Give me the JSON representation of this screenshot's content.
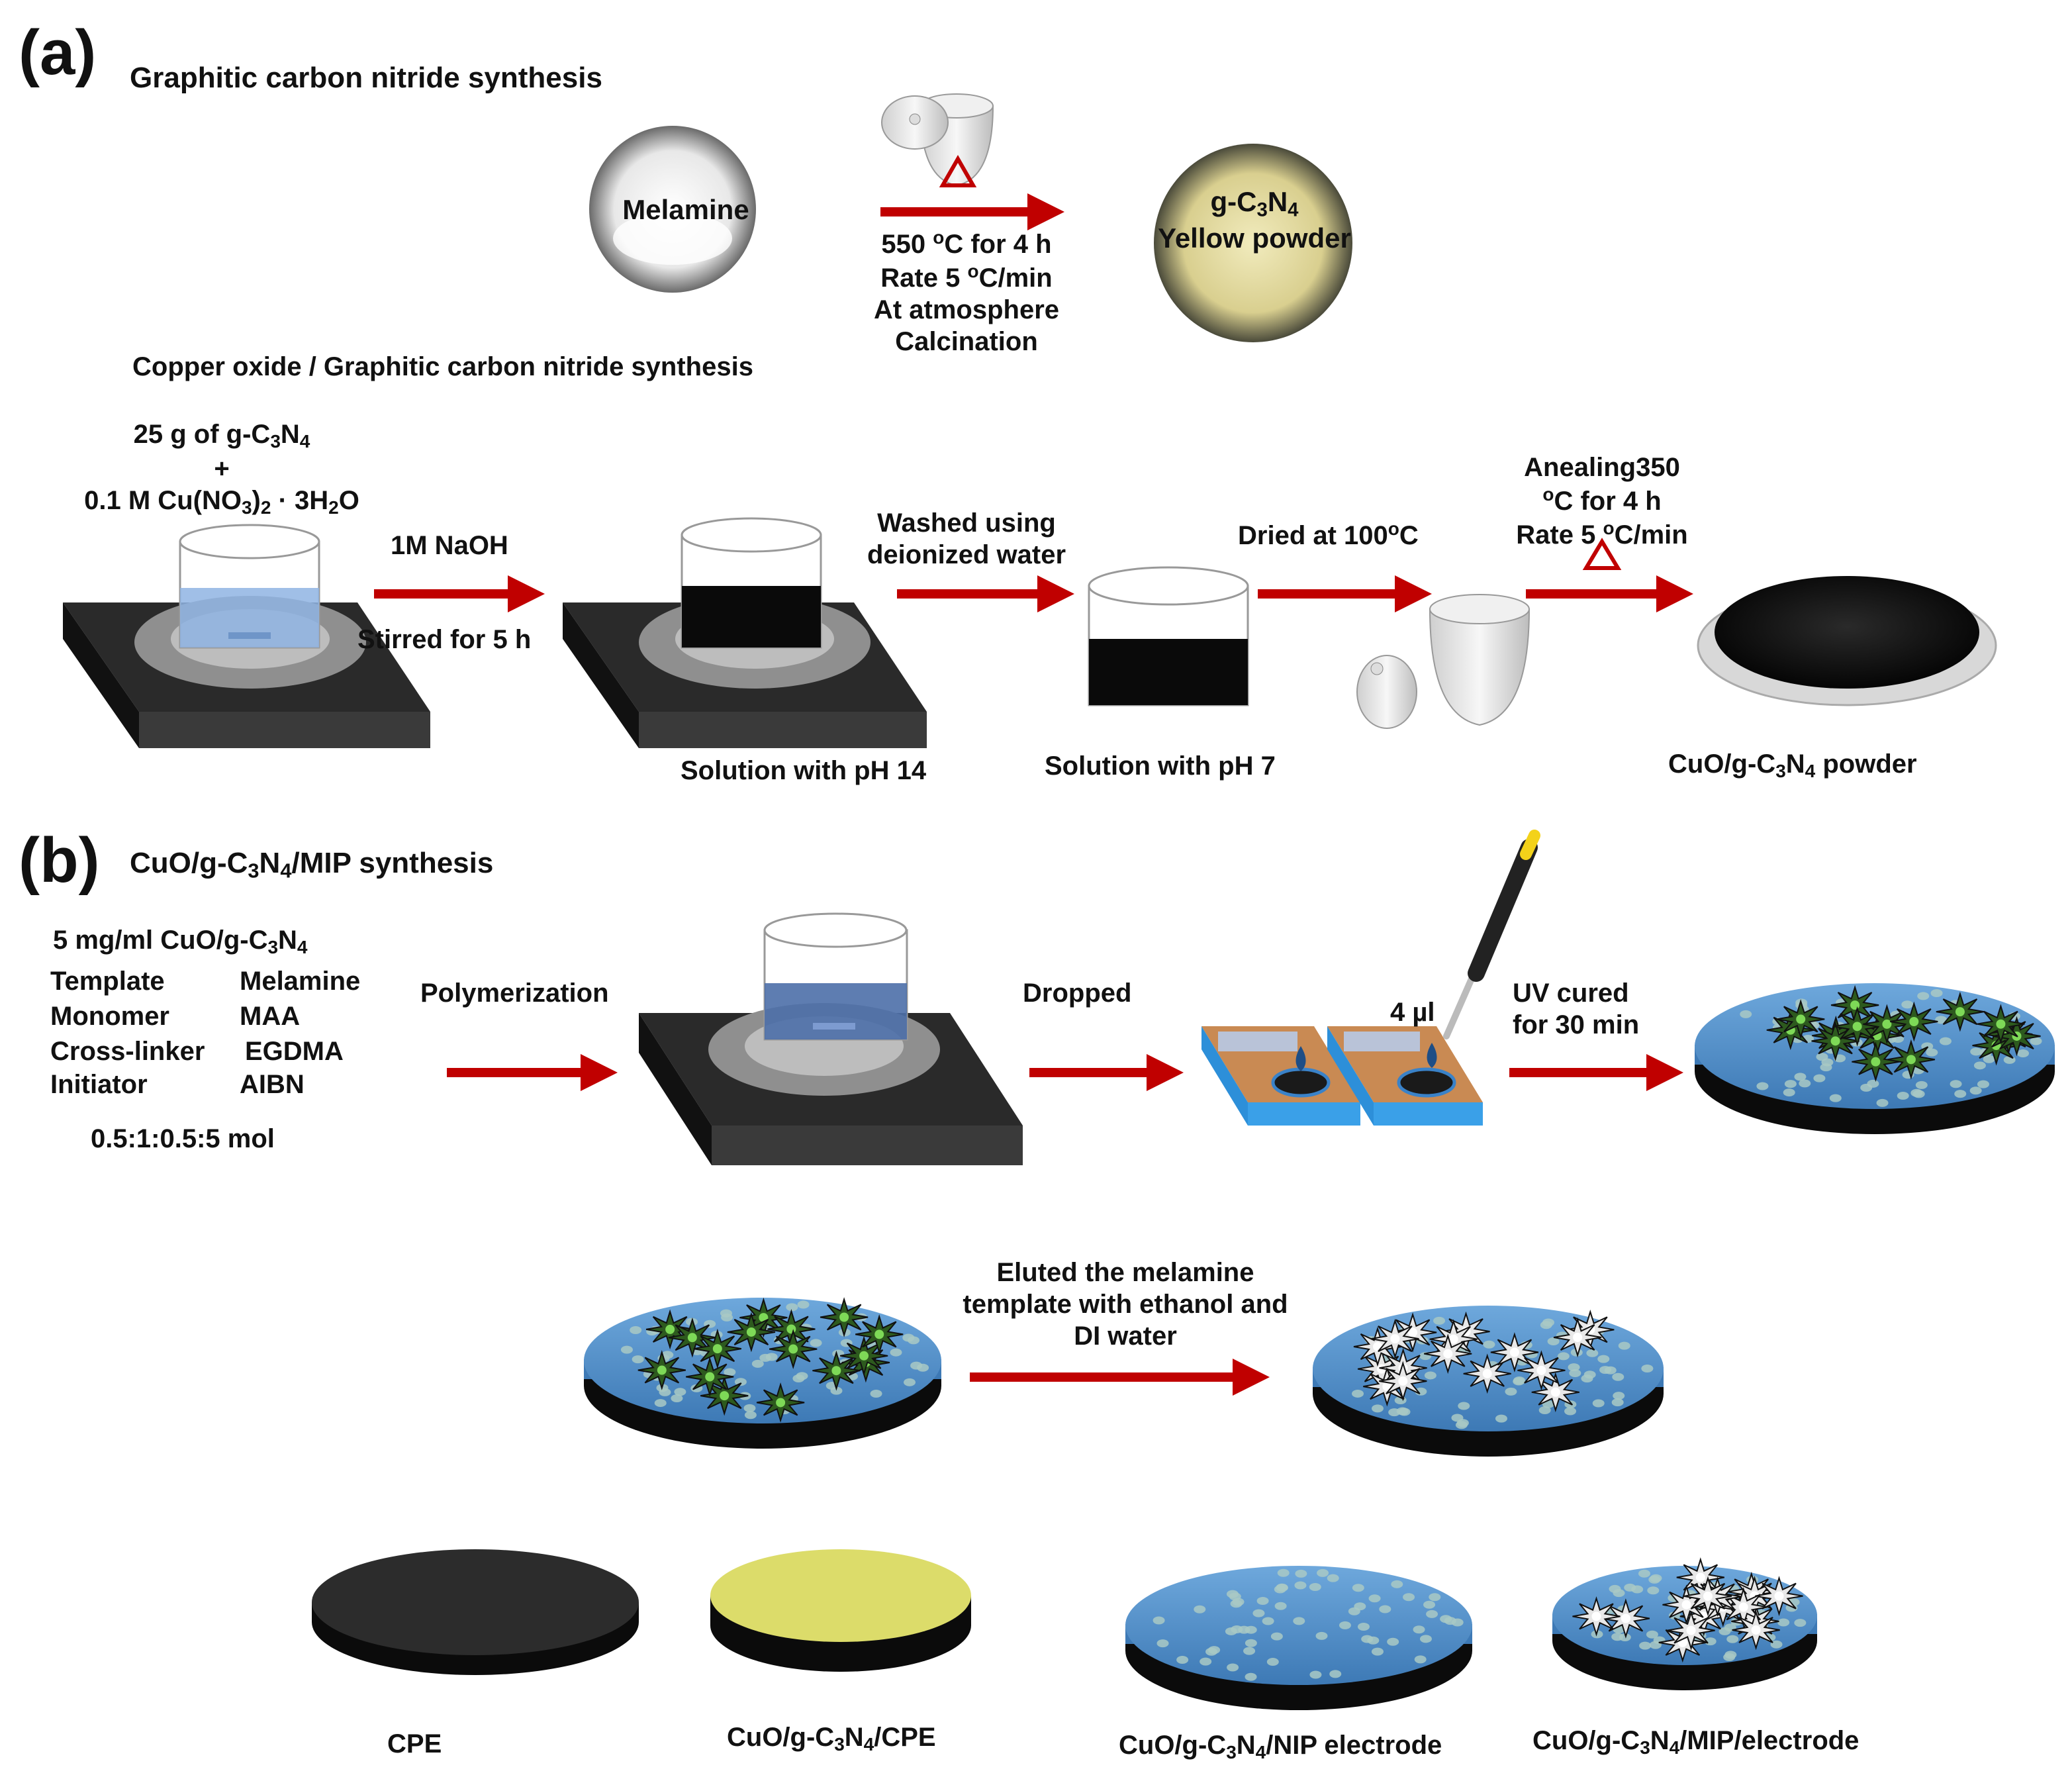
{
  "panel_a": {
    "label": "(a)",
    "title1": "Graphitic carbon nitride synthesis",
    "melamine": "Melamine",
    "calc_steps": {
      "l1a": "550 ",
      "l1sup": "o",
      "l1b": "C for 4 h",
      "l2a": "Rate 5 ",
      "l2sup": "o",
      "l2b": "C/min",
      "l3": "At atmosphere",
      "l4": "Calcination"
    },
    "gcn": {
      "a": "g-C",
      "s1": "3",
      "b": "N",
      "s2": "4",
      "line2": "Yellow powder"
    },
    "title2": "Copper oxide / Graphitic carbon nitride synthesis",
    "reactants": {
      "l1a": "25 g of g-C",
      "l1s1": "3",
      "l1b": "N",
      "l1s2": "4",
      "plus": "+",
      "l3a": "0.1 M Cu(NO",
      "l3s1": "3",
      "l3b": ")",
      "l3s2": "2",
      "l3c": " · 3H",
      "l3s3": "2",
      "l3d": "O"
    },
    "step1_top": "1M NaOH",
    "step1_bottom": "Stirred for 5 h",
    "step2_l1": "Washed  using",
    "step2_l2": "deionized water",
    "step3": {
      "a": "Dried at 100",
      "sup": "o",
      "b": "C"
    },
    "step4": {
      "l1": "Anealing350",
      "l2sup": "o",
      "l2b": "C for 4 h",
      "l3a": "Rate 5 ",
      "l3sup": "o",
      "l3b": "C/min"
    },
    "label_ph14": "Solution with pH 14",
    "label_ph7": "Solution with pH 7",
    "product": {
      "a": "CuO/g-C",
      "s1": "3",
      "b": "N",
      "s2": "4",
      "c": " powder"
    }
  },
  "panel_b": {
    "label": "(b)",
    "title": {
      "a": "CuO/g-C",
      "s1": "3",
      "b": "N",
      "s2": "4",
      "c": "/MIP  synthesis"
    },
    "rec0": {
      "a": "5 mg/ml   CuO/g-C",
      "s1": "3",
      "b": "N",
      "s2": "4"
    },
    "recipe": [
      {
        "k": "Template",
        "v": "Melamine"
      },
      {
        "k": "Monomer",
        "v": "MAA"
      },
      {
        "k": "Cross-linker",
        "v": "EGDMA"
      },
      {
        "k": "Initiator",
        "v": "AIBN"
      }
    ],
    "ratio": "0.5:1:0.5:5 mol",
    "polymerization": "Polymerization",
    "dropped": "Dropped",
    "volume": "4 µl",
    "uv_l1": "UV cured",
    "uv_l2": "for 30 min",
    "elute_l1": "Eluted the melamine",
    "elute_l2": "template with ethanol and",
    "elute_l3": "DI water",
    "electrodes": [
      {
        "a": "CPE"
      },
      {
        "a": "CuO/g-C",
        "s1": "3",
        "b": "N",
        "s2": "4",
        "c": "/CPE"
      },
      {
        "a": "CuO/g-C",
        "s1": "3",
        "b": "N",
        "s2": "4",
        "c": "/NIP electrode"
      },
      {
        "a": "CuO/g-C",
        "s1": "3",
        "b": "N",
        "s2": "4",
        "c": "/MIP/electrode"
      }
    ]
  },
  "colors": {
    "arrow": "#c00000",
    "hotplate": "#2a2a2a",
    "solution_light": "#8fb4e3",
    "solution_dark": "#0a0a0a",
    "electrode_blue": "#5b9bd5",
    "star_green": "#2d5a1e",
    "star_white": "#e8e8e8",
    "gcn_yellow": "#dcdc6a",
    "cpe_black": "#1f1f1f"
  }
}
